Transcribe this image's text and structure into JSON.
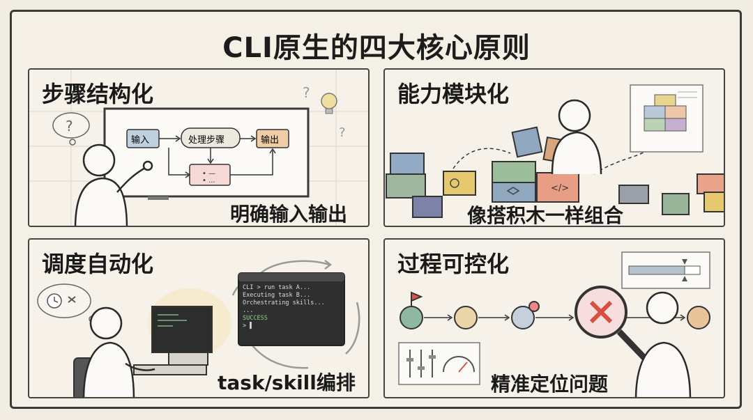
{
  "title": "CLI原生的四大核心原则",
  "panels": {
    "steps": {
      "title": "步骤结构化",
      "caption": "明确输入输出",
      "flow": {
        "input": "输入",
        "process": "处理步骤",
        "output": "输出",
        "sub": "• —\n• ..."
      }
    },
    "modules": {
      "title": "能力模块化",
      "caption": "像搭积木一样组合"
    },
    "schedule": {
      "title": "调度自动化",
      "caption": "task/skill编排",
      "terminal": [
        "CLI > run task A...",
        "Executing task B...",
        "Orchestrating skills...",
        "...",
        "SUCCESS",
        "> ▌"
      ]
    },
    "control": {
      "title": "过程可控化",
      "caption": "精准定位问题"
    }
  },
  "colors": {
    "ink": "#2a2a2a",
    "blue": "#8fa8c0",
    "green": "#9bb59a",
    "orange": "#e0a77f",
    "yellow": "#e6c86e",
    "red": "#d9534f",
    "purple": "#7d84a8"
  }
}
